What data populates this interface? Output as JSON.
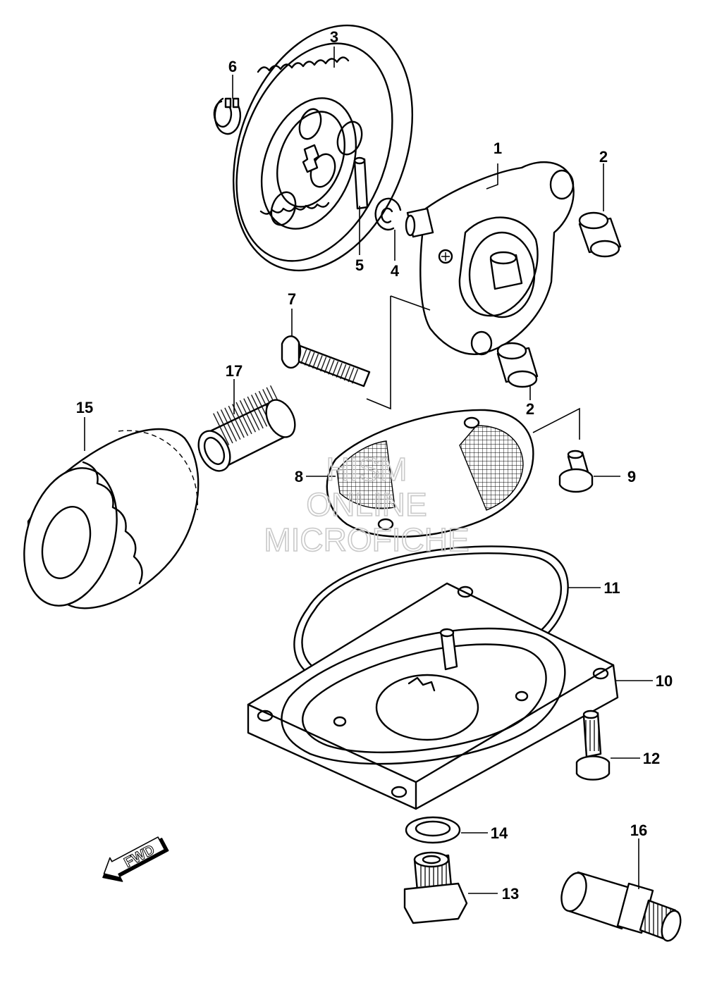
{
  "callouts": {
    "c1": "1",
    "c2a": "2",
    "c2b": "2",
    "c3": "3",
    "c4": "4",
    "c5": "5",
    "c6": "6",
    "c7": "7",
    "c8": "8",
    "c9": "9",
    "c10": "10",
    "c11": "11",
    "c12": "12",
    "c13": "13",
    "c14": "14",
    "c15": "15",
    "c16": "16",
    "c17": "17"
  },
  "watermark": [
    "HISM",
    "ONLINE",
    "MICROFICHE"
  ],
  "fwd_label": "FWD"
}
